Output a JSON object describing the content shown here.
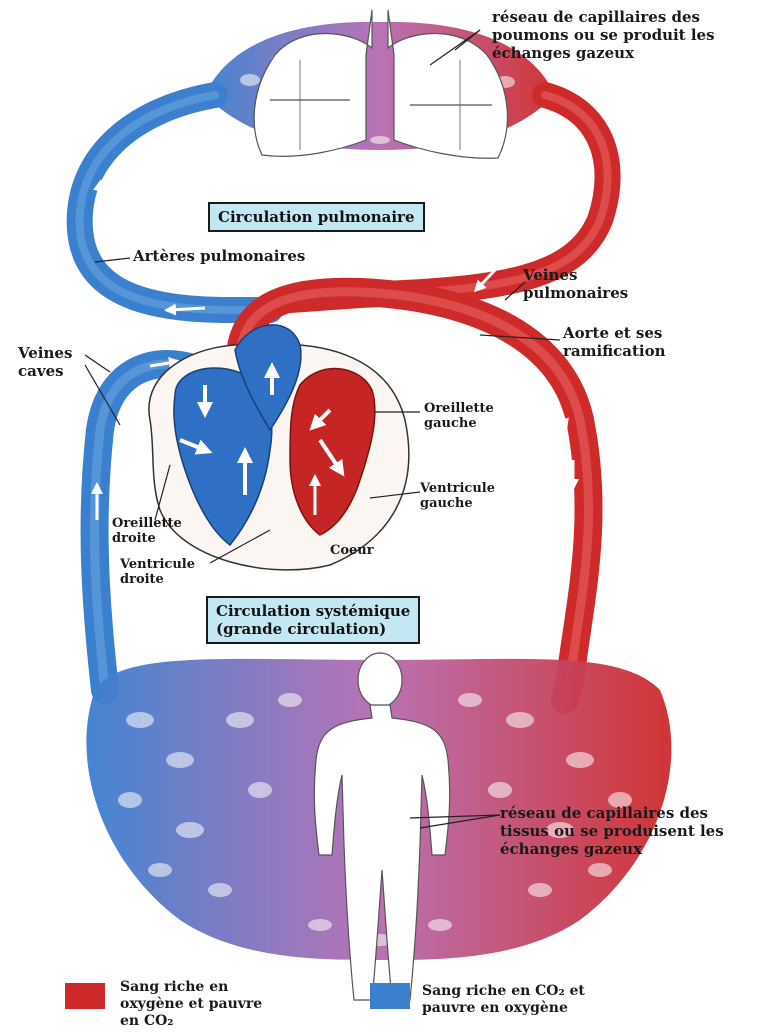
{
  "colors": {
    "oxygenated": "#cf2a2a",
    "deoxygenated": "#3b7fcf",
    "mixed": "#b66bb0",
    "label_box": "#c4e8f3"
  },
  "circuits": {
    "pulmonary": "Circulation pulmonaire",
    "systemic_line1": "Circulation systémique",
    "systemic_line2": "(grande circulation)"
  },
  "labels": {
    "lung_capillaries": [
      "réseau de capillaires des",
      "poumons ou se produit les",
      "échanges gazeux"
    ],
    "pulmonary_arteries": "Artères pulmonaires",
    "pulmonary_veins": [
      "Veines",
      "pulmonaires"
    ],
    "aorta": [
      "Aorte et ses",
      "ramification"
    ],
    "vena_cava": [
      "Veines",
      "caves"
    ],
    "left_atrium": [
      "Oreillette",
      "gauche"
    ],
    "left_ventricle": [
      "Ventricule",
      "gauche"
    ],
    "right_atrium": [
      "Oreillette",
      "droite"
    ],
    "right_ventricle": [
      "Ventricule",
      "droite"
    ],
    "heart": "Coeur",
    "tissue_capillaries": [
      "réseau de capillaires des",
      "tissus ou se produisent les",
      "échanges gazeux"
    ]
  },
  "legend": {
    "oxygen_rich": [
      "Sang riche en",
      "oxygène et pauvre",
      "en CO₂"
    ],
    "co2_rich": [
      "Sang riche en CO₂ et",
      "pauvre en oxygène"
    ]
  }
}
